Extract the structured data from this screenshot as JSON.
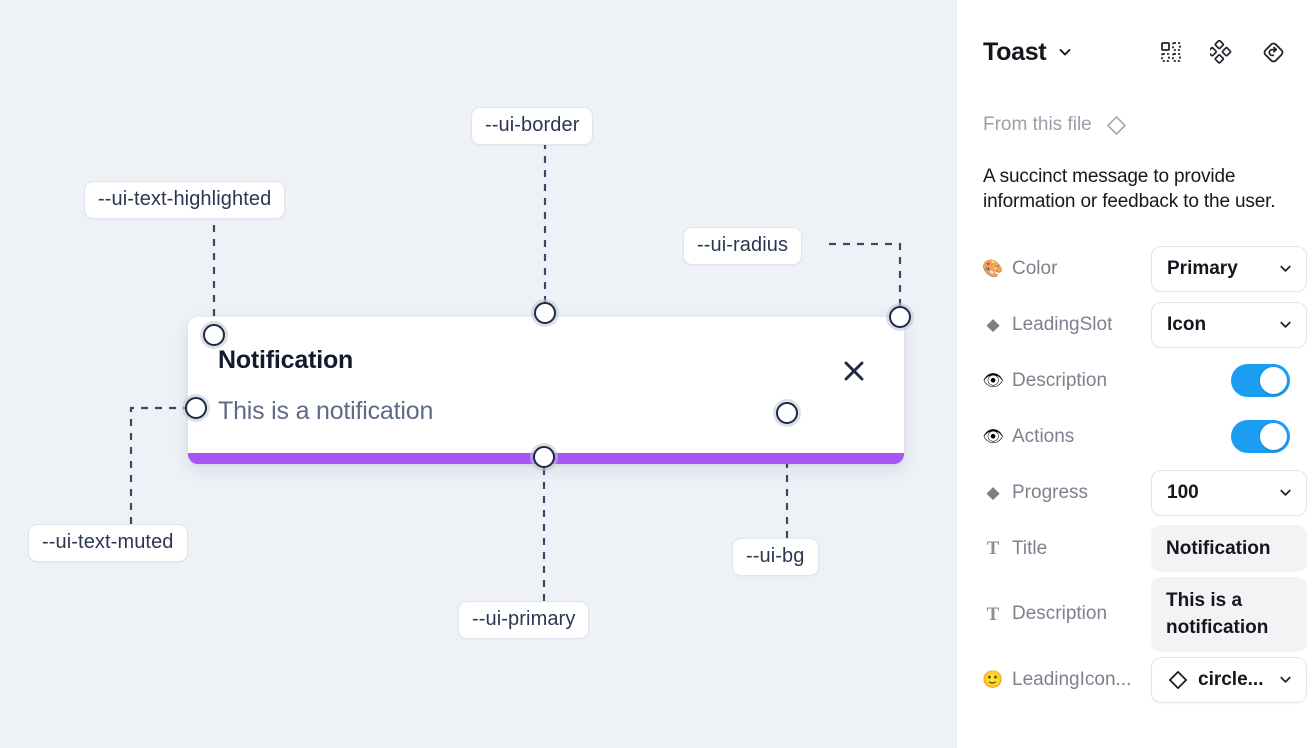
{
  "canvas": {
    "background_color": "#eef2f7",
    "tokens": [
      {
        "id": "ui-text-highlighted",
        "label": "--ui-text-highlighted"
      },
      {
        "id": "ui-border",
        "label": "--ui-border"
      },
      {
        "id": "ui-radius",
        "label": "--ui-radius"
      },
      {
        "id": "ui-text-muted",
        "label": "--ui-text-muted"
      },
      {
        "id": "ui-primary",
        "label": "--ui-primary"
      },
      {
        "id": "ui-bg",
        "label": "--ui-bg"
      }
    ],
    "toast": {
      "title": "Notification",
      "description": "This is a notification",
      "close_icon": "close-icon",
      "progress_color": "#a855f7",
      "background_color": "#ffffff"
    }
  },
  "panel": {
    "title": "Toast",
    "title_chevron": "chevron-down-icon",
    "header_icons": [
      {
        "name": "component-set-icon"
      },
      {
        "name": "variants-icon"
      },
      {
        "name": "reset-instance-icon"
      }
    ],
    "from_this_file": {
      "label": "From this file",
      "icon": "diamond-icon"
    },
    "description": "A succinct message to provide information or feedback to the user.",
    "properties": [
      {
        "icon": "palette-emoji",
        "icon_glyph": "🎨",
        "icon_kind": "emoji",
        "label": "Color",
        "control": "select",
        "value": "Primary"
      },
      {
        "icon": "diamond-icon",
        "icon_glyph": "◆",
        "icon_kind": "diamond",
        "label": "LeadingSlot",
        "control": "select",
        "value": "Icon"
      },
      {
        "icon": "eye-emoji",
        "icon_glyph": "👁",
        "icon_kind": "emoji",
        "label": "Description",
        "control": "toggle",
        "value": "on"
      },
      {
        "icon": "eye-emoji",
        "icon_glyph": "👁",
        "icon_kind": "emoji",
        "label": "Actions",
        "control": "toggle",
        "value": "on"
      },
      {
        "icon": "diamond-icon",
        "icon_glyph": "◆",
        "icon_kind": "diamond",
        "label": "Progress",
        "control": "select",
        "value": "100"
      },
      {
        "icon": "text-type-icon",
        "icon_glyph": "T",
        "icon_kind": "tglyph",
        "label": "Title",
        "control": "textfield",
        "value": "Notification"
      },
      {
        "icon": "text-type-icon",
        "icon_glyph": "T",
        "icon_kind": "tglyph",
        "label": "Description",
        "control": "textfield",
        "value": "This is a notification"
      },
      {
        "icon": "smiley-emoji",
        "icon_glyph": "🙂",
        "icon_kind": "emoji",
        "label": "LeadingIcon...",
        "control": "select-icon",
        "value": "circle..."
      }
    ]
  }
}
